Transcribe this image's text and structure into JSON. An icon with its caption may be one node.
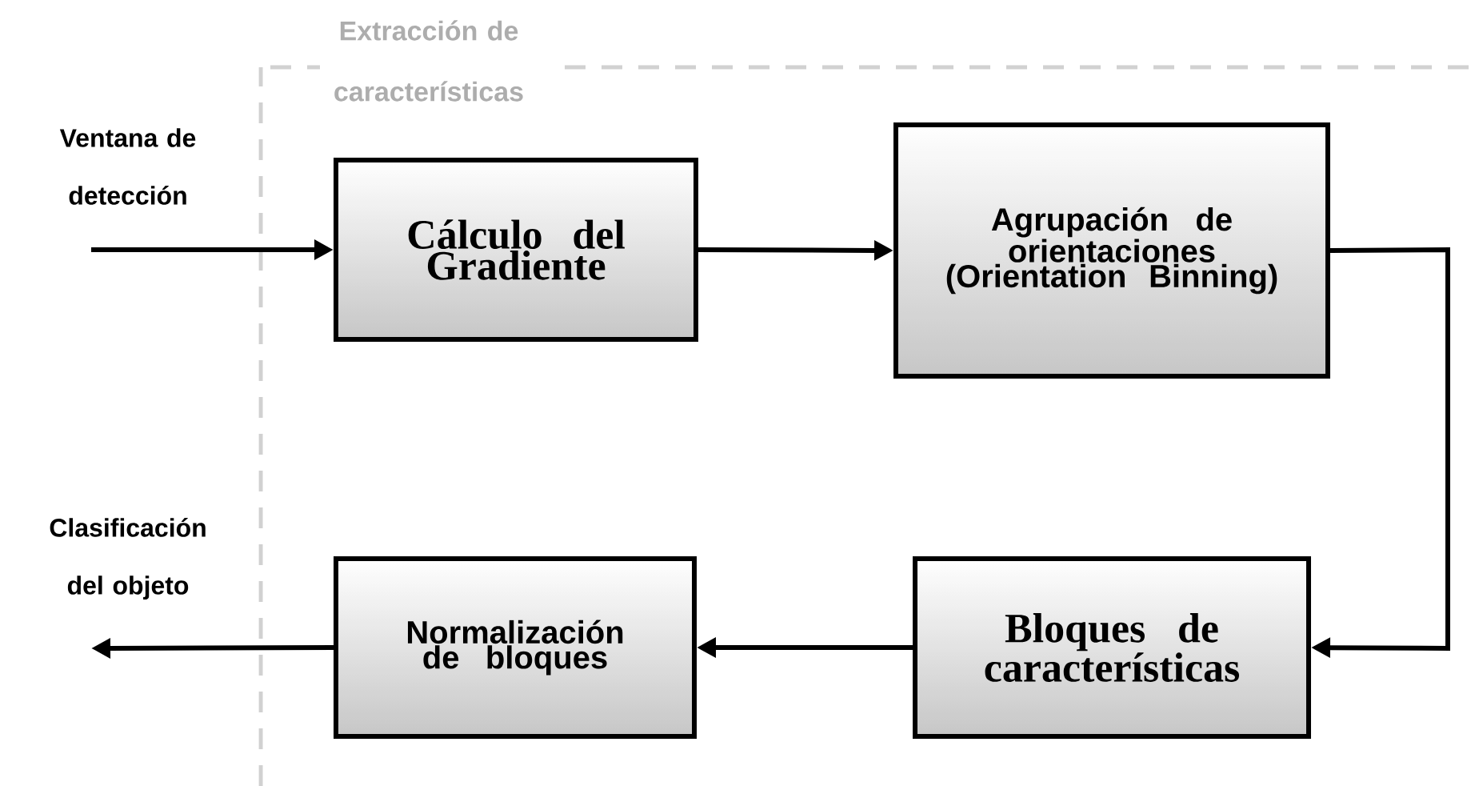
{
  "diagram": {
    "nodes": [
      {
        "text": [
          "Extracción de características"
        ]
      },
      {
        "text": [
          "Cálculo del Gradiente"
        ],
        "in": 0
      },
      {
        "text": [
          "Agrupación de orientaciones (Orientation Binning)"
        ],
        "in": 0
      },
      {
        "text": [
          "Bloques de características"
        ],
        "in": 0
      },
      {
        "text": [
          "Normalización de bloques"
        ],
        "in": 0
      }
    ],
    "edges": [
      {
        "from": null,
        "to": 1,
        "arrow": "to",
        "label": "Ventana de detección"
      },
      {
        "from": 1,
        "to": 2,
        "arrow": "to"
      },
      {
        "from": 2,
        "to": 3,
        "arrow": "to"
      },
      {
        "from": 3,
        "to": 4,
        "arrow": "to"
      },
      {
        "from": 4,
        "to": null,
        "arrow": "to",
        "label": "Clasificación del objeto"
      }
    ]
  }
}
